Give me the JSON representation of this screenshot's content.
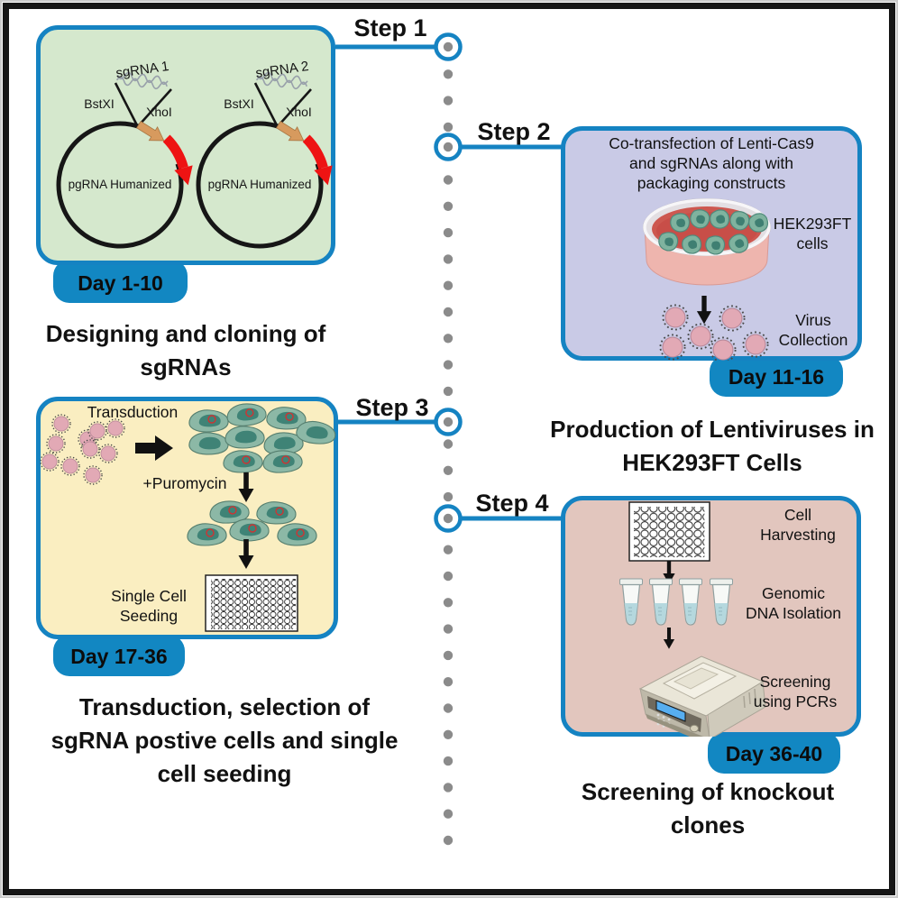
{
  "steps": [
    {
      "label": "Step 1",
      "day": "Day 1-10",
      "caption": [
        "Designing and cloning of",
        "sgRNAs"
      ]
    },
    {
      "label": "Step 2",
      "day": "Day 11-16",
      "caption": [
        "Production of Lentiviruses in",
        "HEK293FT Cells"
      ]
    },
    {
      "label": "Step 3",
      "day": "Day 17-36",
      "caption": [
        "Transduction, selection of",
        "sgRNA postive cells and single",
        "cell seeding"
      ]
    },
    {
      "label": "Step 4",
      "day": "Day 36-40",
      "caption": [
        "Screening of knockout",
        "clones"
      ]
    }
  ],
  "cloning": {
    "sgrna1": "sgRNA 1",
    "sgrna2": "sgRNA 2",
    "enzyme_left": "BstXI",
    "enzyme_right": "XhoI",
    "plasmid": "pgRNA Humanized"
  },
  "lenti": {
    "header": [
      "Co-transfection of Lenti-Cas9",
      "and sgRNAs along with",
      "packaging constructs"
    ],
    "dish_label": [
      "HEK293FT",
      "cells"
    ],
    "virus_label": [
      "Virus",
      "Collection"
    ]
  },
  "transduction": {
    "title": "Transduction",
    "selection": "+Puromycin",
    "seeding": [
      "Single Cell",
      "Seeding"
    ]
  },
  "screening": {
    "harvest": [
      "Cell",
      "Harvesting"
    ],
    "dna": [
      "Genomic",
      "DNA Isolation"
    ],
    "pcr": [
      "Screening",
      "using PCRs"
    ]
  },
  "colors": {
    "accent_blue": "#1583c2",
    "badge_blue": "#1287c2",
    "step1_bg": "#d5e8cd",
    "step2_bg": "#c9cae6",
    "step3_bg": "#faeec1",
    "step4_bg": "#e2c6be",
    "spine_dot_gray": "#8b8b8b",
    "plasmid_arrow_red": "#ee1313",
    "insert_arrow_orange": "#d79a5e",
    "virus_pink": "#e2a9b5",
    "cell_teal": "#8cb8a6",
    "media_red": "#cd5850",
    "lcd_blue": "#57aef0"
  }
}
